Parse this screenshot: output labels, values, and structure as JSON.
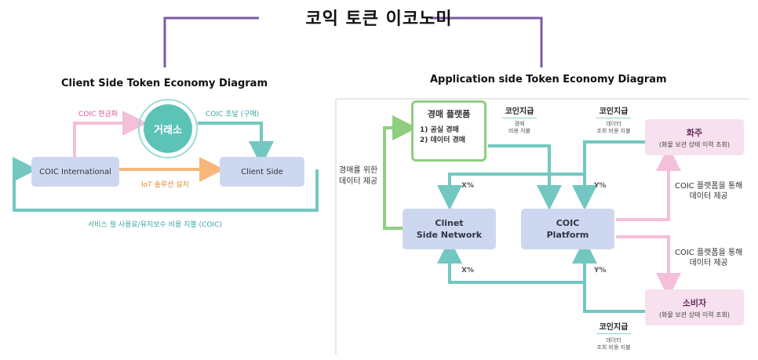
{
  "title": "코익 토큰 이코노미",
  "left": {
    "subtitle": "Client Side Token Economy Diagram",
    "exchange": "거래소",
    "coic_international": "COIC International",
    "client_side": "Client Side",
    "label_cash": "COIC 현금화",
    "label_buy": "COIC 조달 (구매)",
    "label_iot": "IoT 솔루션 설치",
    "label_service": "서비스 월 사용료/유지보수 비용 지불 (COIC)"
  },
  "right": {
    "subtitle": "Application side Token Economy Diagram",
    "auction_title": "경매 플랫폼",
    "auction_line1": "1) 공실 경매",
    "auction_line2": "2) 데이터 경매",
    "coin_pay_1": "코인지급",
    "coin_pay_1_note": "경매\n비용 지불",
    "coin_pay_2": "코인지급",
    "coin_pay_2_note": "데이터\n조회 비용 지불",
    "coin_pay_3": "코인지급",
    "coin_pay_3_note": "데이터\n조회 비용 지불",
    "shipper_title": "화주",
    "shipper_sub": "(화물 보관 상태 이력 조회)",
    "consumer_title": "소비자",
    "consumer_sub": "(화물 보관 상태 이력 조회)",
    "client_network": "Clinet\nSide Network",
    "coic_platform": "COIC\nPlatform",
    "data_for_auction": "경매를 위한\n데이터 제공",
    "platform_data_1": "COIC 플랫폼을 통해\n데이터 제공",
    "platform_data_2": "COIC 플랫폼을 통해\n데이터 제공",
    "x_upper": "X%",
    "y_upper": "Y%",
    "x_lower": "X%",
    "y_lower": "Y%"
  },
  "colors": {
    "purple": "#7b5aa6",
    "teal": "#72c8c0",
    "pink": "#f3bfd9",
    "orange": "#f7b77b",
    "green": "#8fce7f",
    "box_blue": "#cdd8f0"
  }
}
